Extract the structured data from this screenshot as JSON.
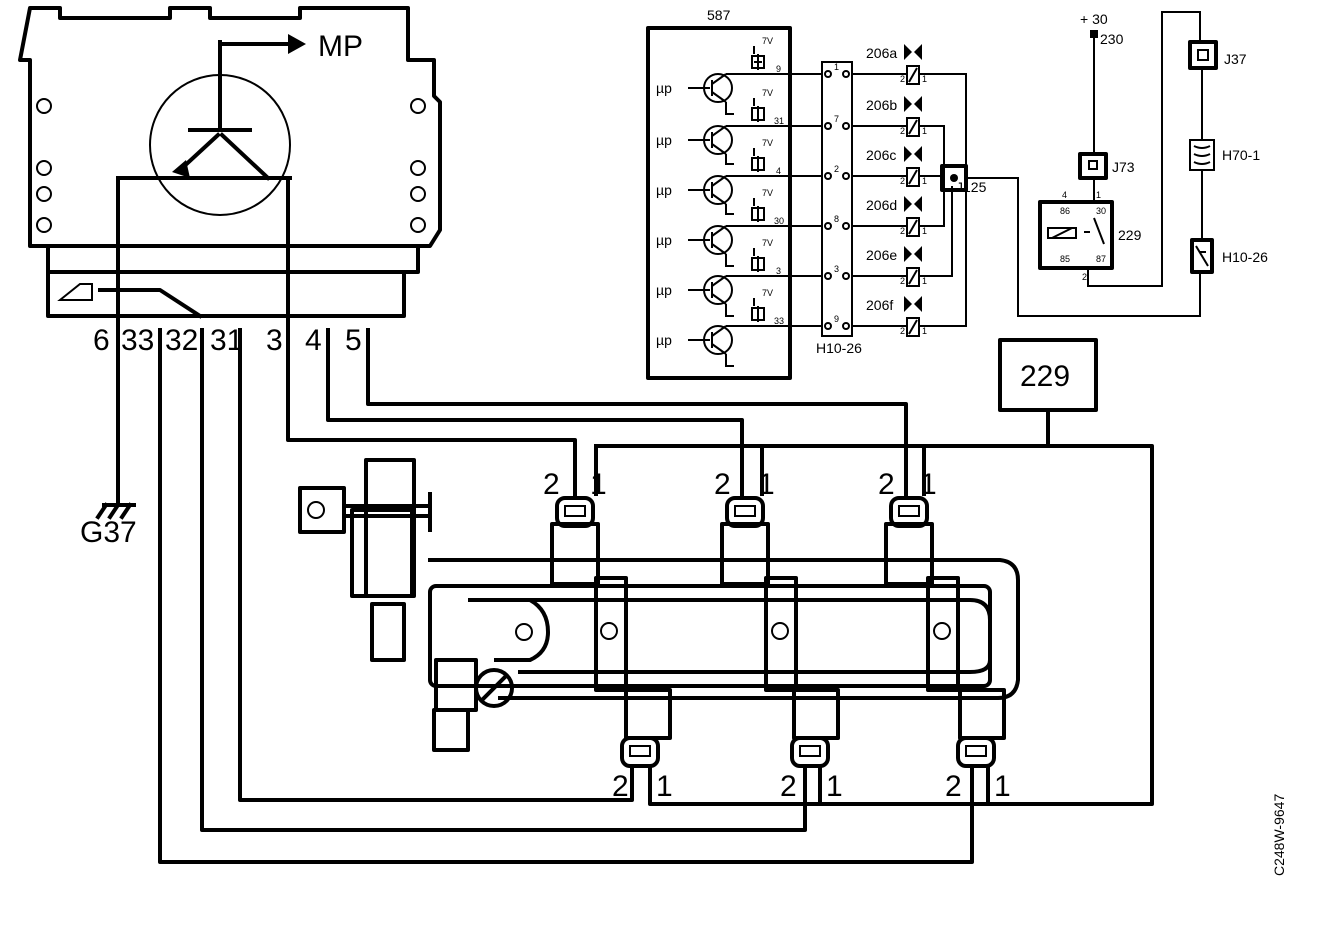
{
  "ecu": {
    "label": "MP",
    "pins": [
      "6",
      "33",
      "32",
      "31",
      "3",
      "4",
      "5"
    ],
    "ground": "G37"
  },
  "relay_box": {
    "label": "229"
  },
  "module": {
    "label": "587",
    "inputs": [
      "µp",
      "µp",
      "µp",
      "µp",
      "µp",
      "µp"
    ],
    "supply": "7V",
    "pins": [
      "9",
      "31",
      "4",
      "30",
      "3",
      "33"
    ]
  },
  "coils": {
    "labels": [
      "206a",
      "206b",
      "206c",
      "206d",
      "206e",
      "206f"
    ],
    "connector": "H10-26",
    "pin_hi": "1",
    "pin_lo": "2",
    "pin_numbers": [
      "1",
      "7",
      "2",
      "8",
      "3",
      "9"
    ]
  },
  "junctions": {
    "j125": "J125",
    "j73": "J73",
    "j37": "J37",
    "h70": "H70-1",
    "h10": "H10-26",
    "supply": "+ 30",
    "supply_fuse": "230",
    "relay": "229",
    "relay_pins": [
      "86",
      "30",
      "85",
      "87",
      "4",
      "1",
      "2"
    ]
  },
  "injectors": {
    "pin1": "1",
    "pin2": "2"
  },
  "figure_code": "C248W-9647"
}
